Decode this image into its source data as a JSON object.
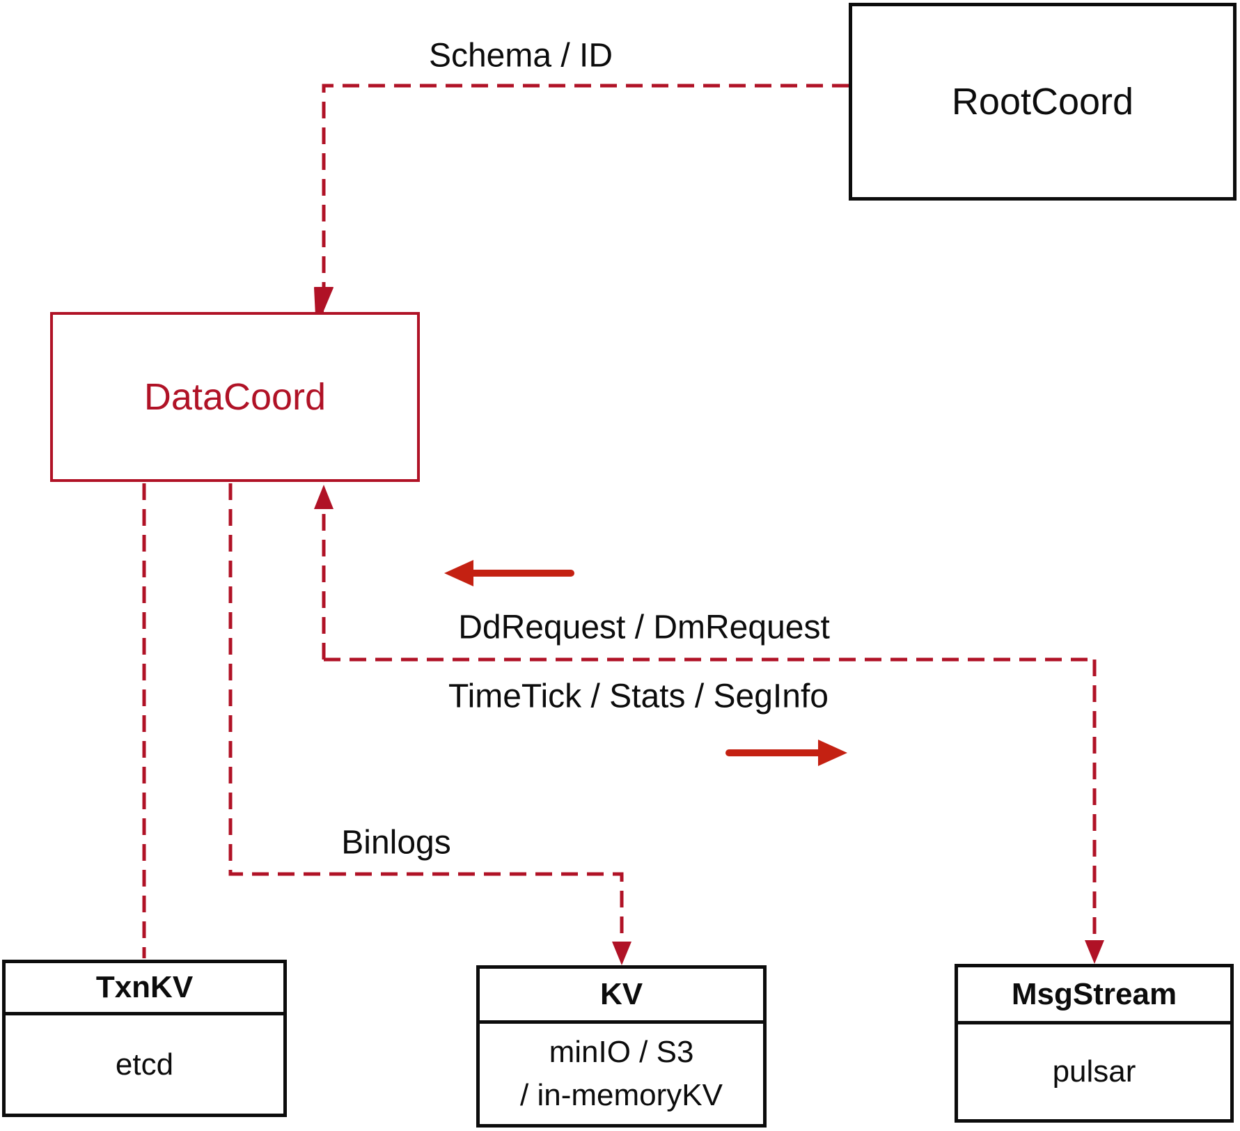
{
  "colors": {
    "line_red": "#b01226",
    "arrow_red": "#c42112",
    "ink": "#0c0c0c",
    "background": "#ffffff"
  },
  "nodes": {
    "rootcoord": {
      "label": "RootCoord"
    },
    "datacoord": {
      "label": "DataCoord"
    },
    "txnkv": {
      "title": "TxnKV",
      "body": [
        "etcd"
      ]
    },
    "kv": {
      "title": "KV",
      "body": [
        "minIO / S3",
        "/ in-memoryKV"
      ]
    },
    "msgstream": {
      "title": "MsgStream",
      "body": [
        "pulsar"
      ]
    }
  },
  "edge_labels": {
    "schema_id": "Schema / ID",
    "dd_request": "DdRequest / DmRequest",
    "time_tick": "TimeTick / Stats / SegInfo",
    "binlogs": "Binlogs"
  }
}
